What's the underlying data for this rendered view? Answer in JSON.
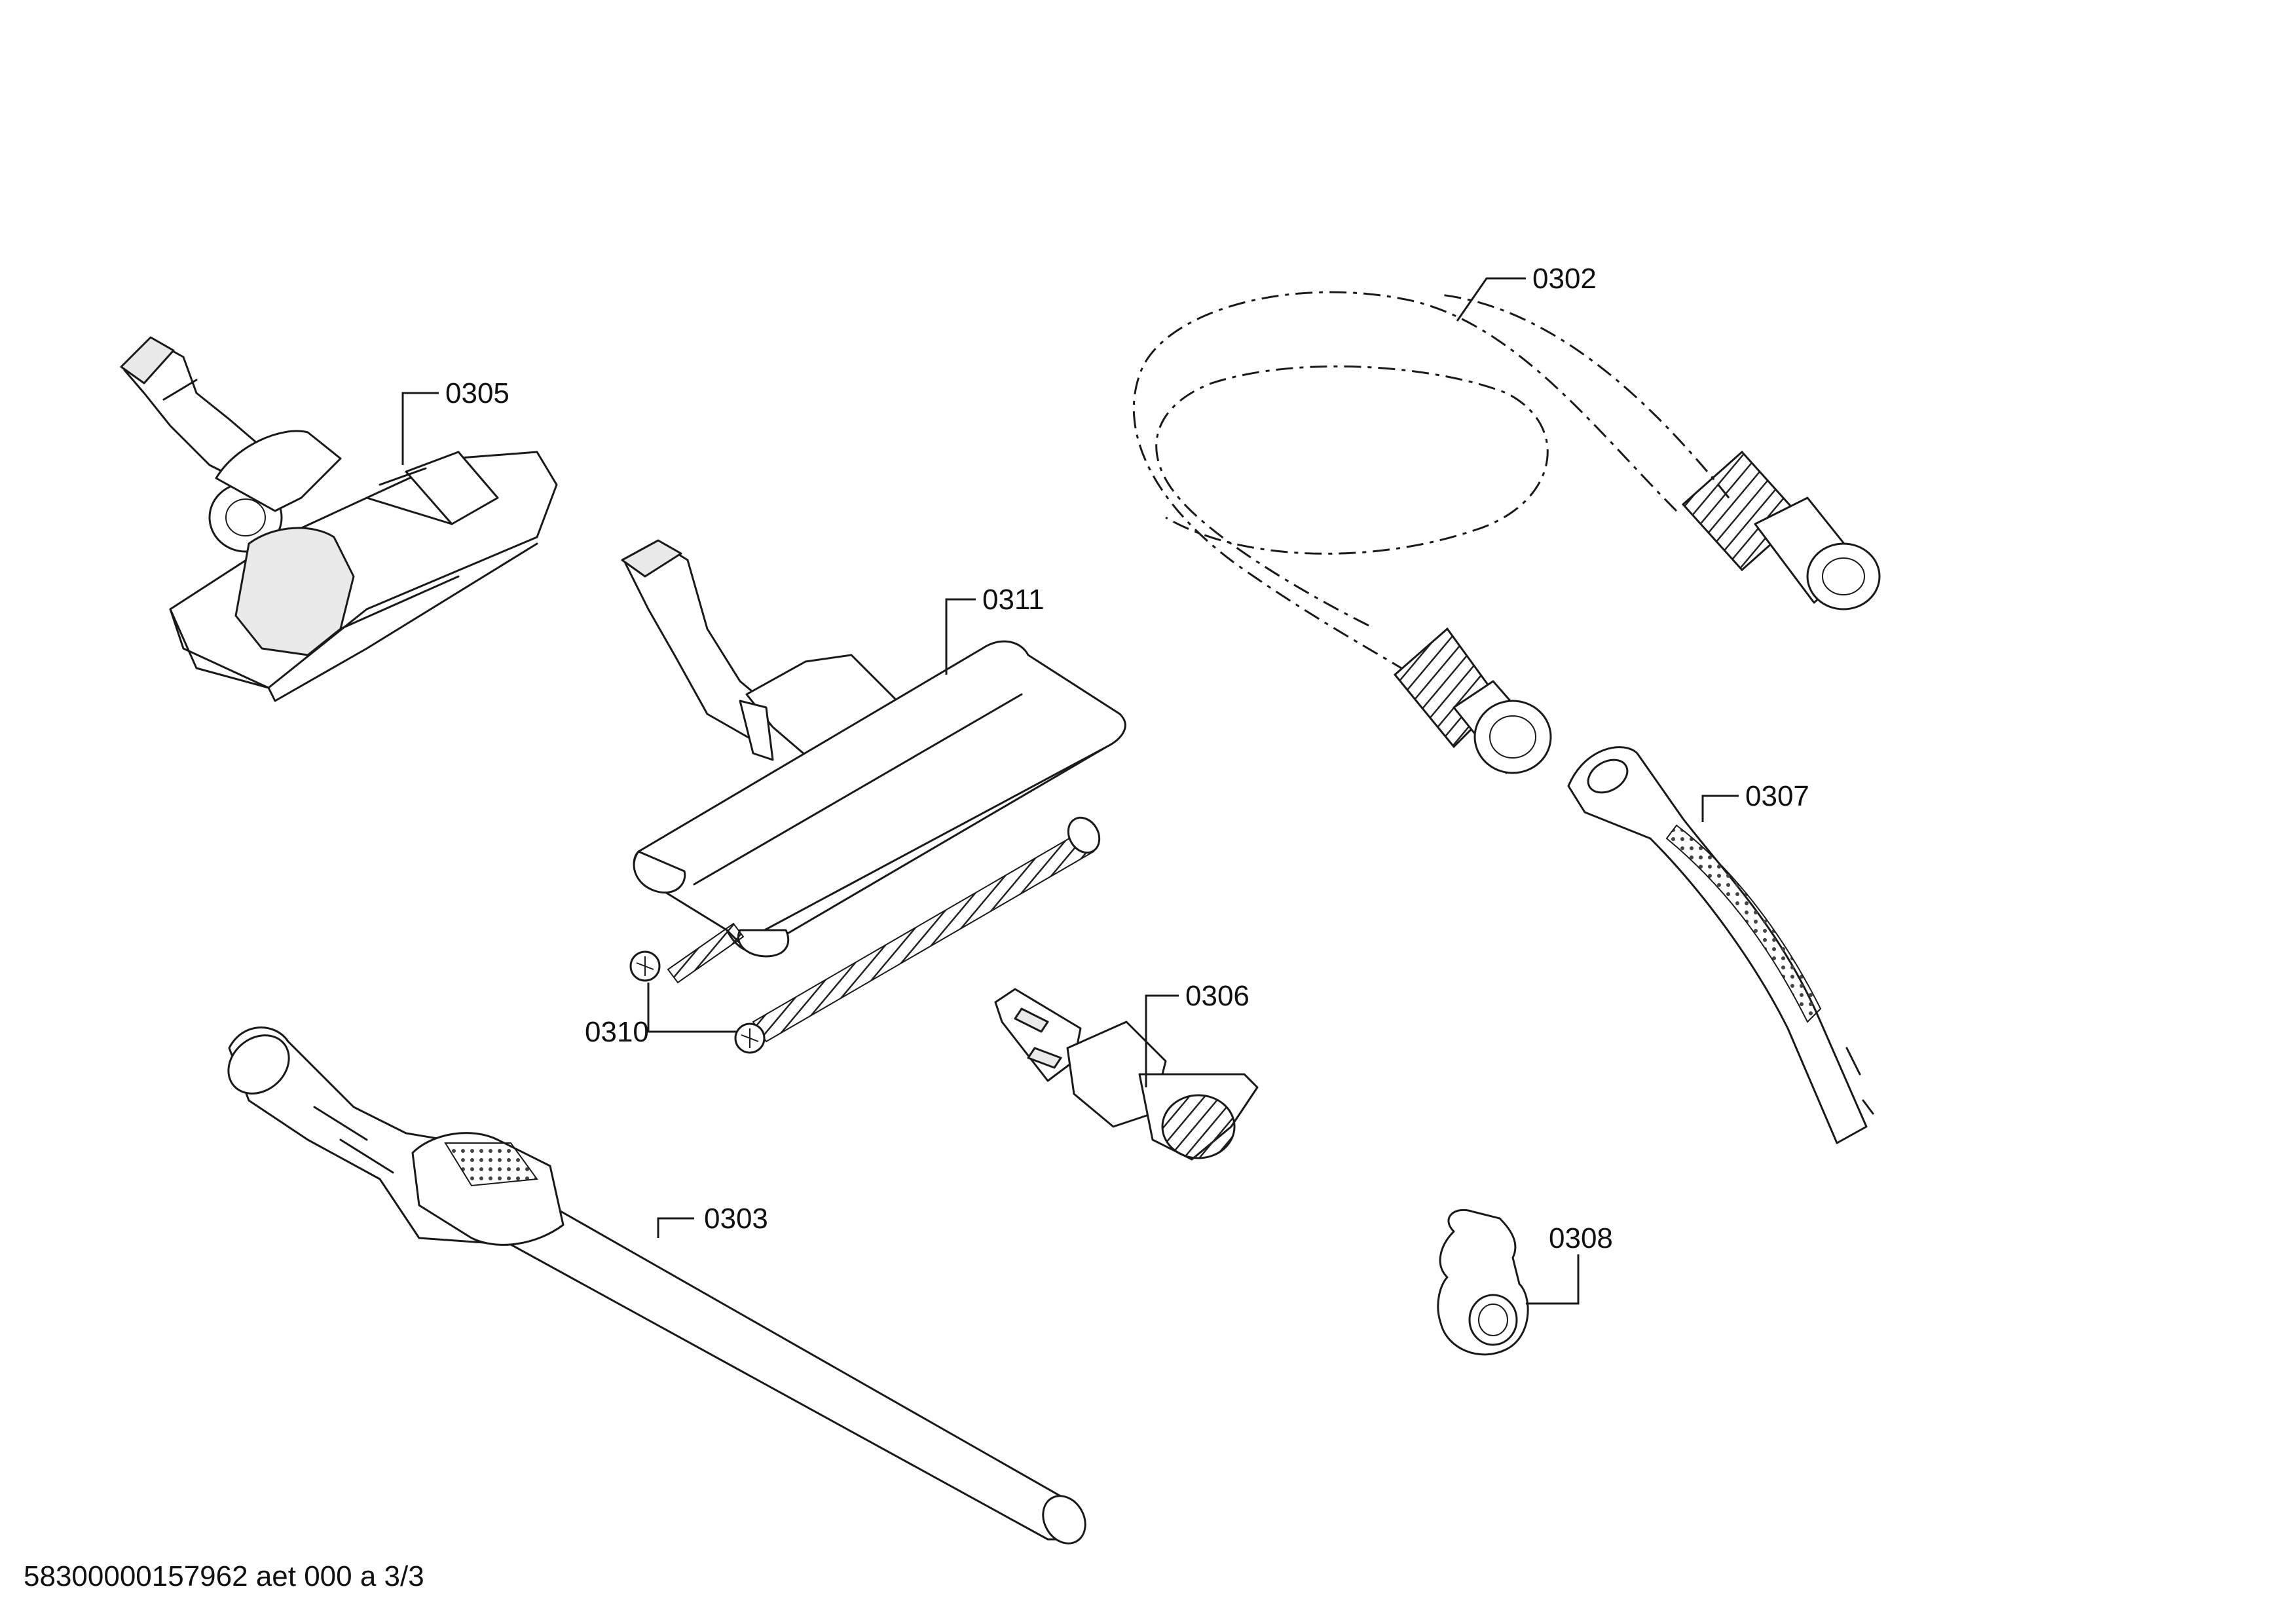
{
  "diagram": {
    "labels": {
      "p0302": "0302",
      "p0303": "0303",
      "p0305": "0305",
      "p0306": "0306",
      "p0307": "0307",
      "p0308": "0308",
      "p0310": "0310",
      "p0311": "0311"
    }
  },
  "footer": {
    "text": "58300000157962 aet 000 a 3/3"
  }
}
